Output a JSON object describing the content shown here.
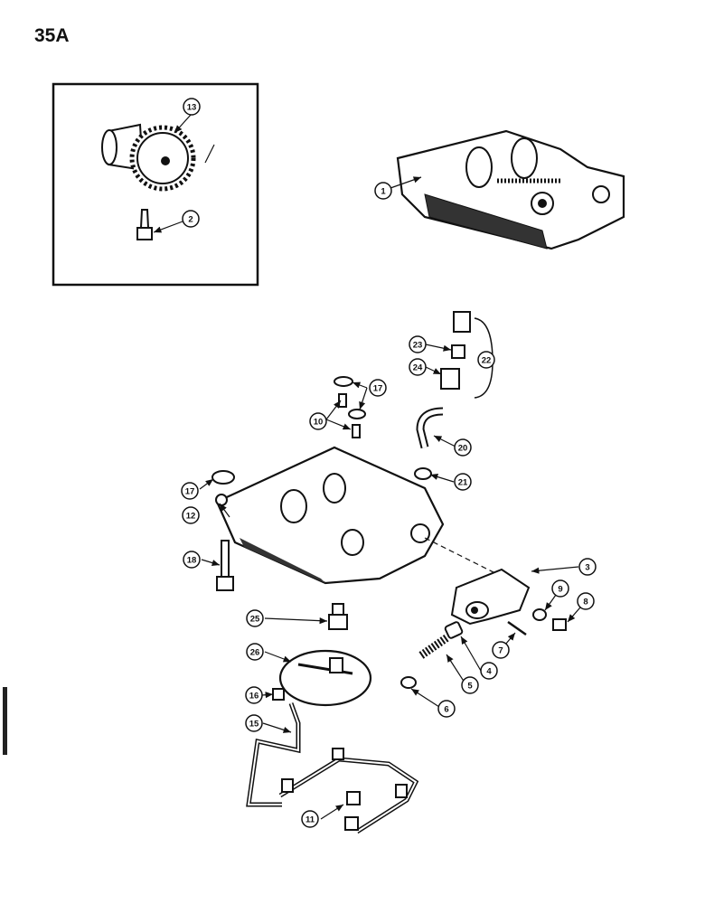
{
  "page": {
    "number": "35A"
  },
  "callouts": {
    "c1": "1",
    "c2": "2",
    "c3": "3",
    "c4": "4",
    "c5": "5",
    "c6": "6",
    "c7": "7",
    "c8": "8",
    "c9": "9",
    "c10": "10",
    "c11": "11",
    "c12": "12",
    "c13": "13",
    "c15": "15",
    "c16": "16",
    "c17a": "17",
    "c17b": "17",
    "c18": "18",
    "c20": "20",
    "c21": "21",
    "c22": "22",
    "c23": "23",
    "c24": "24",
    "c25": "25",
    "c26": "26"
  },
  "colors": {
    "ink": "#111111",
    "paper": "#ffffff",
    "shade": "#555555"
  }
}
